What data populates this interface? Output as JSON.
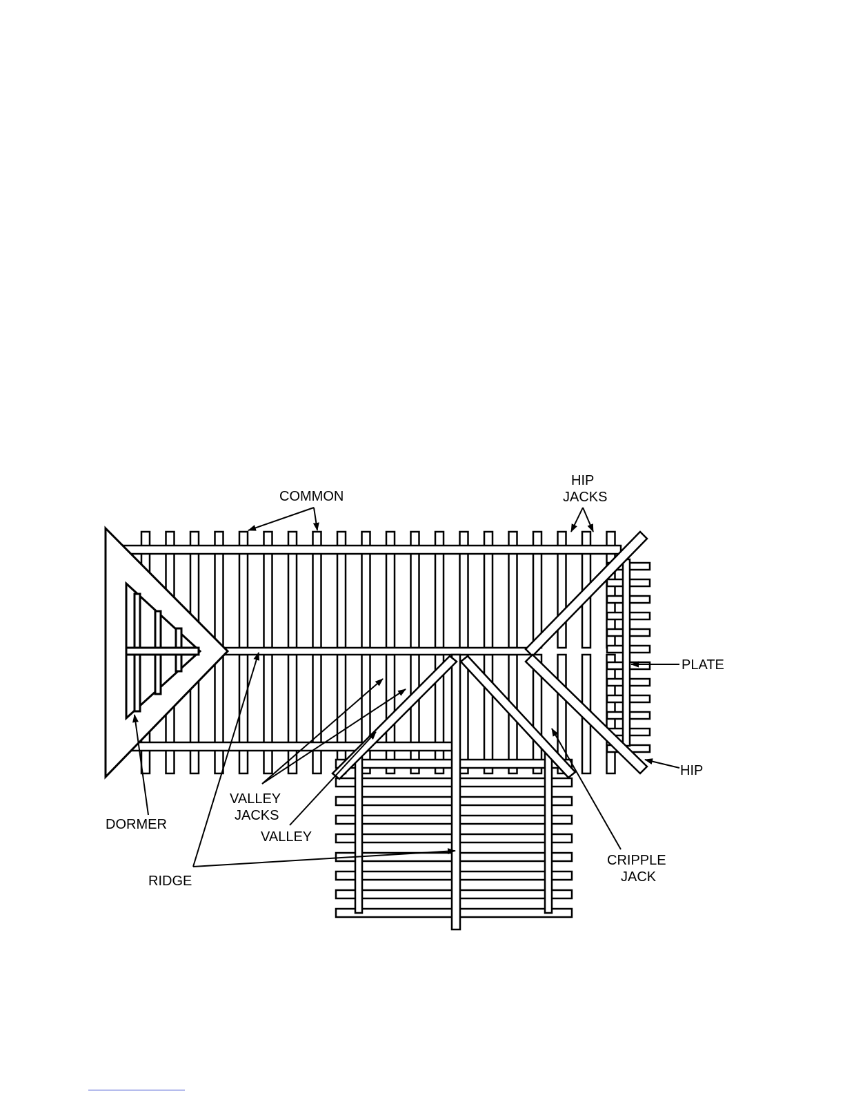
{
  "labels": {
    "common": "COMMON",
    "hip_jacks_1": "HIP",
    "hip_jacks_2": "JACKS",
    "plate": "PLATE",
    "hip": "HIP",
    "dormer": "DORMER",
    "valley_jacks_1": "VALLEY",
    "valley_jacks_2": "JACKS",
    "valley": "VALLEY",
    "ridge": "RIDGE",
    "cripple_jack_1": "CRIPPLE",
    "cripple_jack_2": "JACK"
  },
  "colors": {
    "ink": "#000000",
    "paper": "#ffffff",
    "footer_rule": "#3344cc"
  }
}
